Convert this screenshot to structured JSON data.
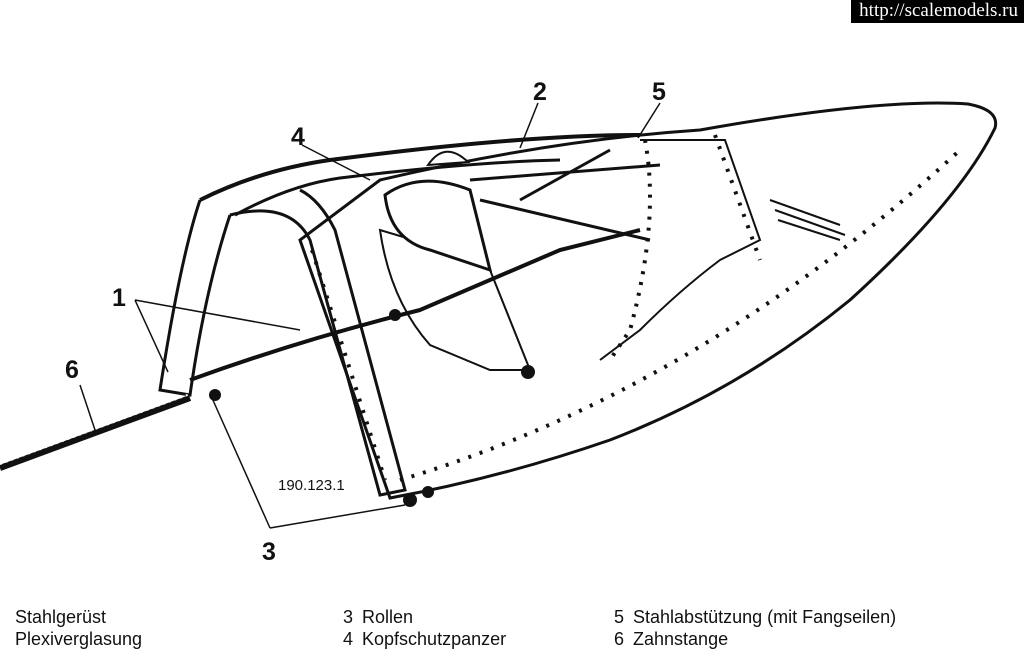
{
  "watermark": "http://scalemodels.ru",
  "callouts": [
    "1",
    "2",
    "3",
    "4",
    "5",
    "6"
  ],
  "part_number": "190.123.1",
  "legend": {
    "col1": [
      {
        "num": "",
        "text": "Stahlgerüst"
      },
      {
        "num": "",
        "text": "Plexiverglasung"
      }
    ],
    "col2": [
      {
        "num": "3",
        "text": "Rollen"
      },
      {
        "num": "4",
        "text": "Kopfschutzpanzer"
      }
    ],
    "col3": [
      {
        "num": "5",
        "text": "Stahlabstützung (mit Fangseilen)"
      },
      {
        "num": "6",
        "text": "Zahnstange"
      }
    ]
  }
}
